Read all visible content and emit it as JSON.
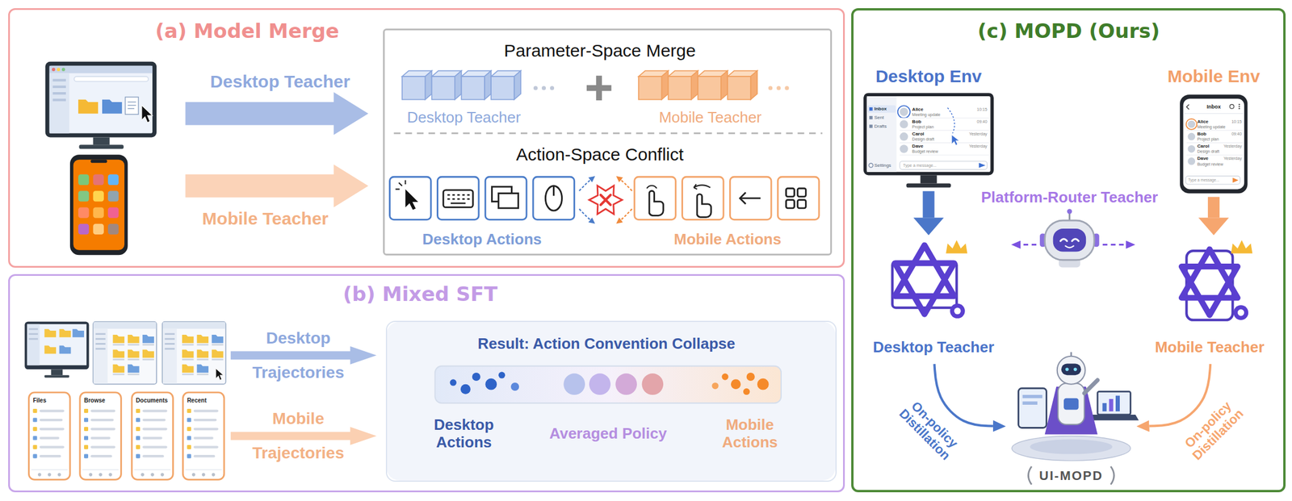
{
  "diagram": {
    "nodes": [
      {
        "text": [
          "(a) Model Merge"
        ]
      },
      {
        "text": [
          "Parameter-Space Merge",
          "Action-Space Conflict"
        ],
        "in": 0
      },
      {
        "text": [
          "(b) Mixed SFT"
        ]
      },
      {
        "text": [
          "Result: Action Convention Collapse"
        ],
        "in": 2
      },
      {
        "text": [
          "(c) MOPD (Ours)"
        ]
      },
      {
        "text": [
          "Desktop Env"
        ],
        "in": 4
      },
      {
        "text": [
          "Mobile Env"
        ],
        "in": 4
      },
      {
        "text": [
          "Platform-Router Teacher"
        ],
        "in": 4
      },
      {
        "text": [
          "Desktop Teacher"
        ],
        "in": 4
      },
      {
        "text": [
          "Mobile Teacher"
        ],
        "in": 4
      },
      {
        "text": [
          "UI-MOPD"
        ],
        "in": 4
      }
    ],
    "edges": [
      {
        "from": 5,
        "to": 8,
        "arrow": "to"
      },
      {
        "from": 6,
        "to": 9,
        "arrow": "to"
      },
      {
        "from": 7,
        "to": 8,
        "arrow": "to"
      },
      {
        "from": 7,
        "to": 9,
        "arrow": "to"
      },
      {
        "from": 8,
        "to": 10,
        "label": "On-policy Distillation",
        "arrow": "to"
      },
      {
        "from": 9,
        "to": 10,
        "label": "On-policy Distillation",
        "arrow": "to"
      }
    ],
    "labels": [
      "Desktop Teacher",
      "Mobile Teacher",
      "Desktop Teacher",
      "Mobile Teacher",
      "Desktop Actions",
      "Mobile Actions",
      "Desktop Trajectories",
      "Mobile Trajectories",
      "Files",
      "Browse",
      "Documents",
      "Recent",
      "Desktop Actions",
      "Averaged Policy",
      "Mobile Actions",
      "Inbox",
      "Sent",
      "Drafts",
      "Settings",
      "Alice",
      "Meeting update",
      "10:15",
      "Bob",
      "Project plan",
      "09:40",
      "Carol",
      "Design draft",
      "Yesterday",
      "Dave",
      "Budget review",
      "Yesterday",
      "Type a message...",
      "Inbox",
      "Alice",
      "Meeting update",
      "10:15",
      "Bob",
      "Project plan",
      "09:40",
      "Carol",
      "Design draft",
      "Yesterday",
      "Dave",
      "Budget review",
      "Yesterday",
      "Type a message..."
    ]
  }
}
